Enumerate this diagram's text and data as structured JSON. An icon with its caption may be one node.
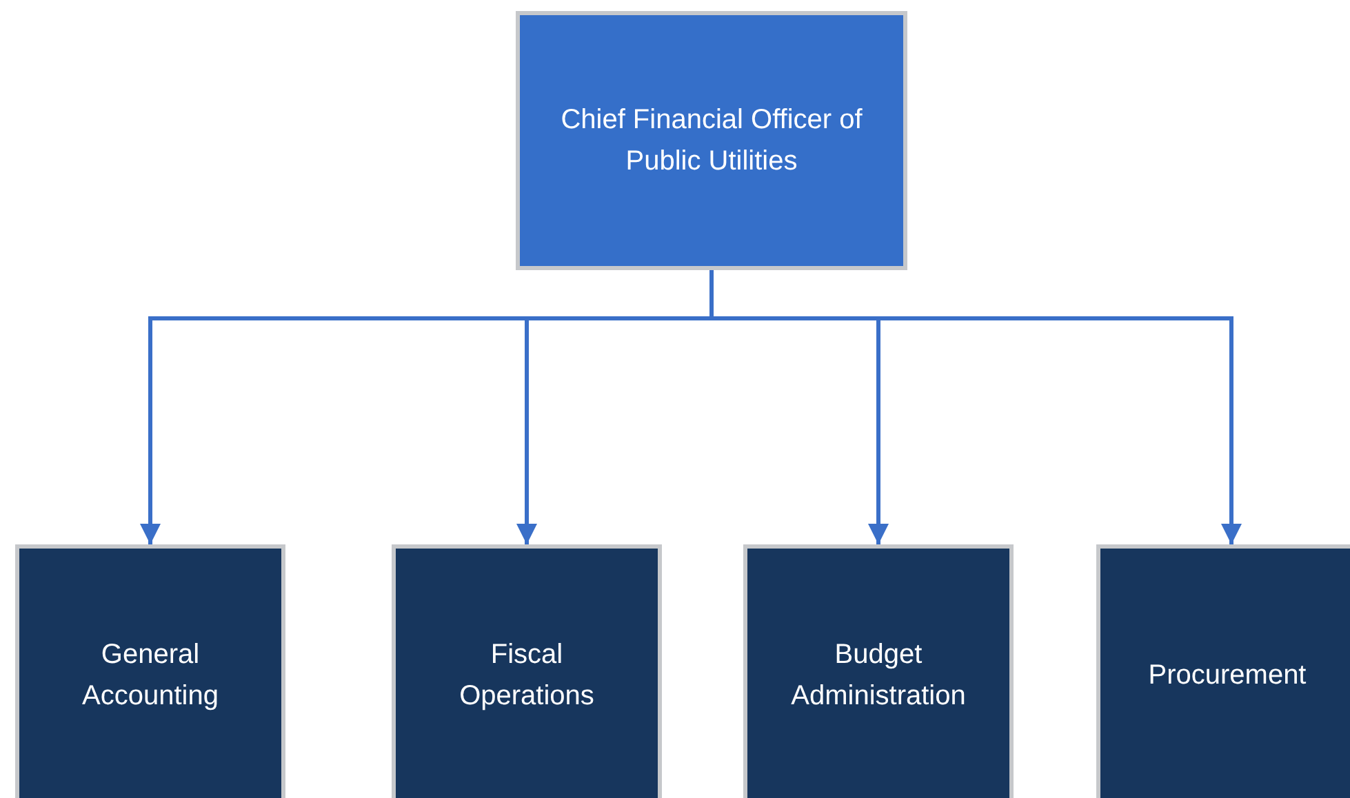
{
  "diagram": {
    "nodes": [
      {
        "text": [
          "Chief Financial Officer of Public Utilities"
        ]
      },
      {
        "text": [
          "General Accounting"
        ]
      },
      {
        "text": [
          "Fiscal Operations"
        ]
      },
      {
        "text": [
          "Budget Administration"
        ]
      },
      {
        "text": [
          "Procurement"
        ]
      }
    ],
    "edges": [
      {
        "from": 0,
        "to": 1,
        "arrow": "to"
      },
      {
        "from": 0,
        "to": 2,
        "arrow": "to"
      },
      {
        "from": 0,
        "to": 3,
        "arrow": "to"
      },
      {
        "from": 0,
        "to": 4,
        "arrow": "to"
      }
    ]
  }
}
